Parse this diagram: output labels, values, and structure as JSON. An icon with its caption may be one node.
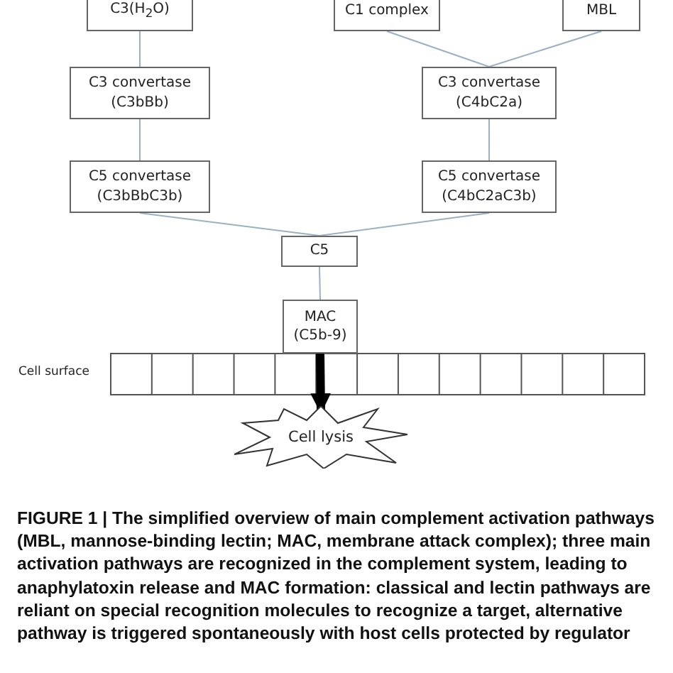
{
  "diagram": {
    "caption": "FIGURE 1 | The simplified overview of main complement activation pathways (MBL, mannose-binding lectin; MAC, membrane attack complex); three main activation pathways are recognized in the complement system, leading to anaphylatoxin release and MAC formation: classical and lectin pathways are reliant on special recognition molecules to recognize a target, alternative pathway is triggered spontaneously with host cells protected by regulator",
    "nodes": [
      {
        "text": [
          "C3(H$_{2}$O)"
        ]
      },
      {
        "text": [
          "C1 complex"
        ]
      },
      {
        "text": [
          "MBL"
        ]
      },
      {
        "text": [
          "C3 convertase (C3bBb)"
        ]
      },
      {
        "text": [
          "C3 convertase (C4bC2a)"
        ]
      },
      {
        "text": [
          "C5 convertase (C3bBbC3b)"
        ]
      },
      {
        "text": [
          "C5 convertase (C4bC2aC3b)"
        ]
      },
      {
        "text": [
          "C5"
        ]
      },
      {
        "text": [
          "MAC (C5b-9)"
        ]
      },
      {
        "text": [
          "Cell lysis"
        ]
      }
    ],
    "edges": [
      {
        "from": 0,
        "to": 3,
        "arrow": "none"
      },
      {
        "from": 1,
        "to": 4,
        "arrow": "none"
      },
      {
        "from": 2,
        "to": 4,
        "arrow": "none"
      },
      {
        "from": 3,
        "to": 5,
        "arrow": "none"
      },
      {
        "from": 4,
        "to": 6,
        "arrow": "none"
      },
      {
        "from": 5,
        "to": 7,
        "arrow": "none"
      },
      {
        "from": 6,
        "to": 7,
        "arrow": "none"
      },
      {
        "from": 7,
        "to": 8,
        "arrow": "none"
      },
      {
        "from": 8,
        "to": 9,
        "arrow": "to",
        "style": "thick",
        "color": "#000000"
      }
    ],
    "labels": [
      "Cell surface"
    ]
  }
}
